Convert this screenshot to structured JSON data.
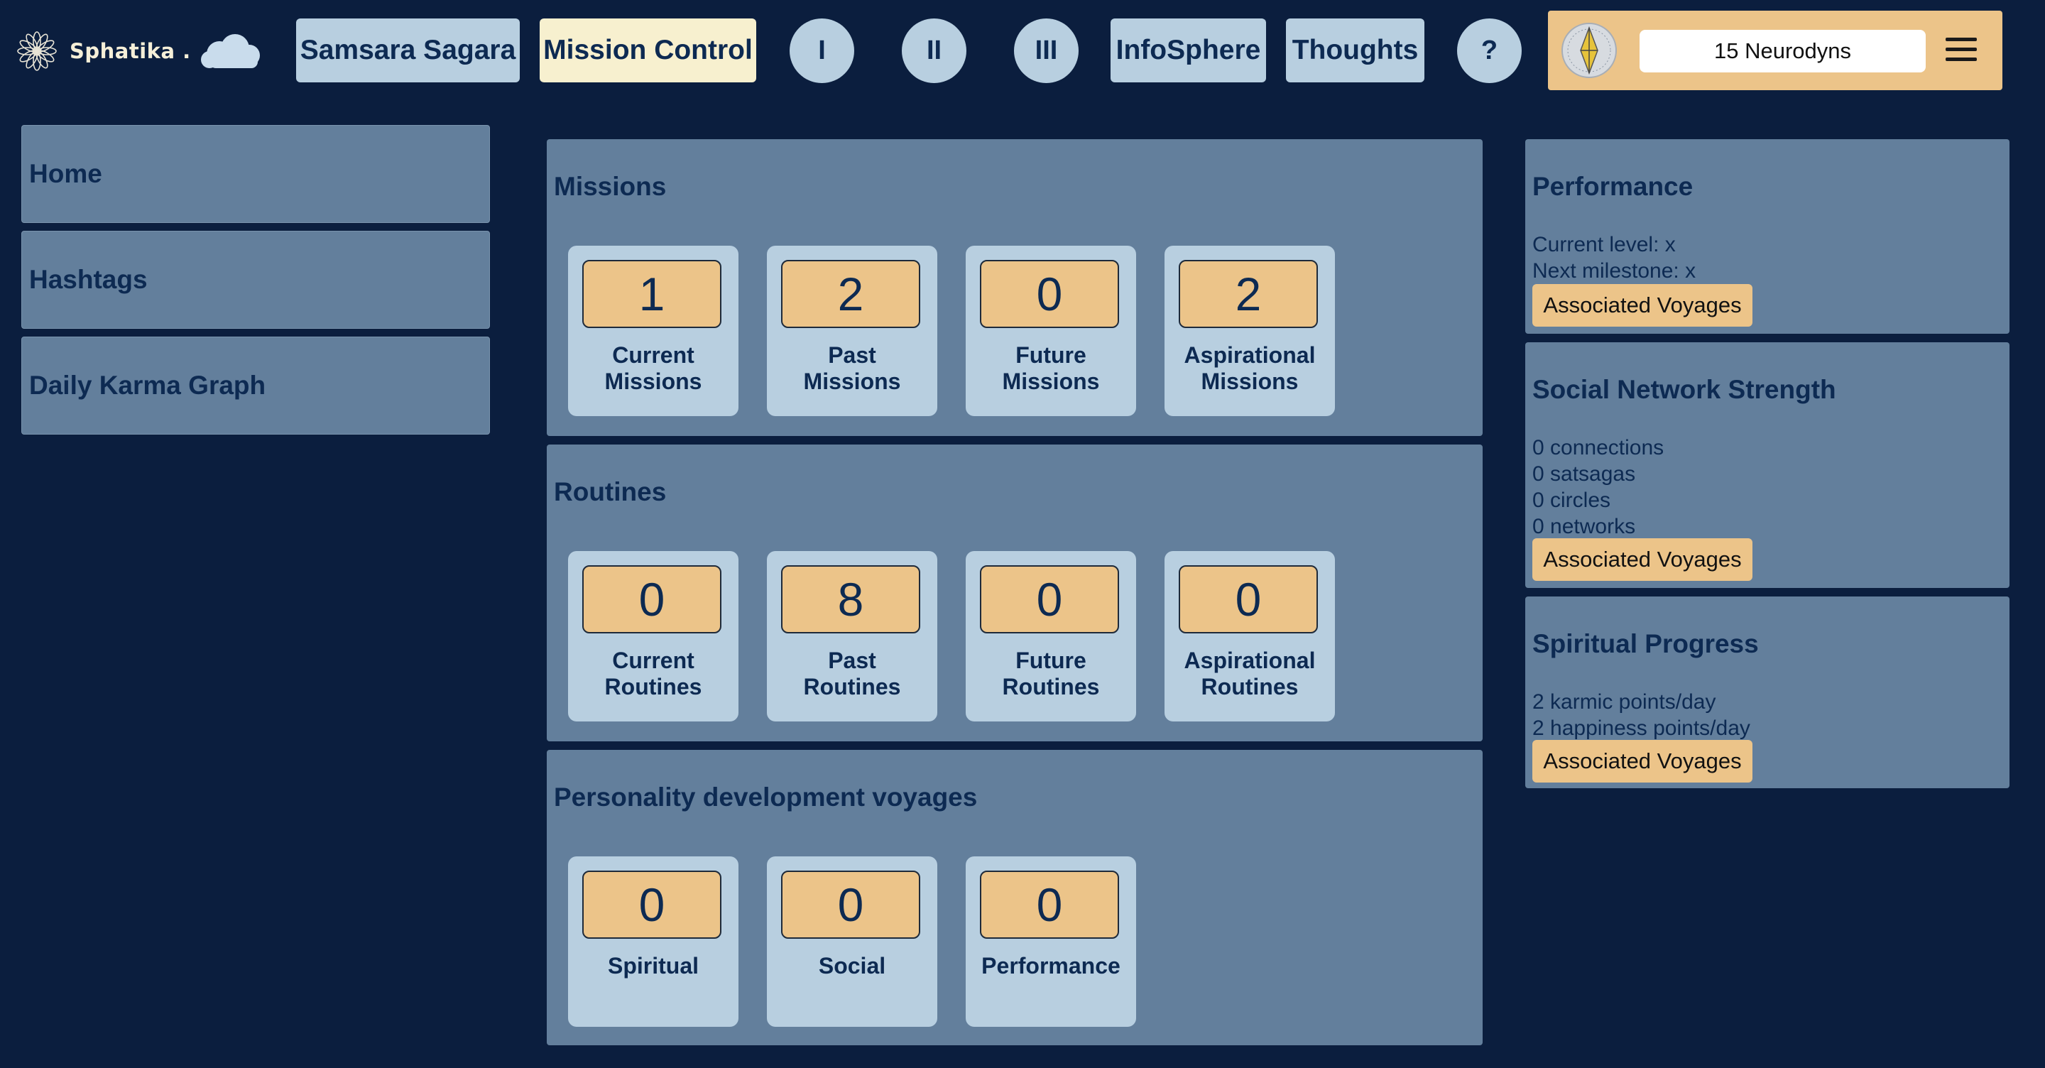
{
  "header": {
    "brand": "Sphatika .",
    "nav": [
      "Samsara Sagara",
      "Mission Control",
      "I",
      "II",
      "III",
      "InfoSphere",
      "Thoughts",
      "?"
    ],
    "neurodyns": "15 Neurodyns"
  },
  "sidebar": {
    "items": [
      {
        "label": "Home"
      },
      {
        "label": "Hashtags"
      },
      {
        "label": "Daily Karma Graph"
      }
    ]
  },
  "missions": {
    "title": "Missions",
    "cards": [
      {
        "value": "1",
        "label": "Current\nMissions"
      },
      {
        "value": "2",
        "label": "Past\nMissions"
      },
      {
        "value": "0",
        "label": "Future\nMissions"
      },
      {
        "value": "2",
        "label": "Aspirational\nMissions"
      }
    ]
  },
  "routines": {
    "title": "Routines",
    "cards": [
      {
        "value": "0",
        "label": "Current\nRoutines"
      },
      {
        "value": "8",
        "label": "Past\nRoutines"
      },
      {
        "value": "0",
        "label": "Future\nRoutines"
      },
      {
        "value": "0",
        "label": "Aspirational\nRoutines"
      }
    ]
  },
  "voyages": {
    "title": "Personality development voyages",
    "cards": [
      {
        "value": "0",
        "label": "Spiritual"
      },
      {
        "value": "0",
        "label": "Social"
      },
      {
        "value": "0",
        "label": "Performance"
      }
    ]
  },
  "right": {
    "performance": {
      "title": "Performance",
      "lines": [
        "Current level: x",
        "Next milestone: x"
      ],
      "button": "Associated Voyages"
    },
    "social": {
      "title": "Social Network Strength",
      "lines": [
        "0 connections",
        "0 satsagas",
        "0 circles",
        "0 networks"
      ],
      "button": "Associated Voyages"
    },
    "spiritual": {
      "title": "Spiritual Progress",
      "lines": [
        "2 karmic points/day",
        "2 happiness points/day"
      ],
      "button": "Associated Voyages"
    }
  }
}
